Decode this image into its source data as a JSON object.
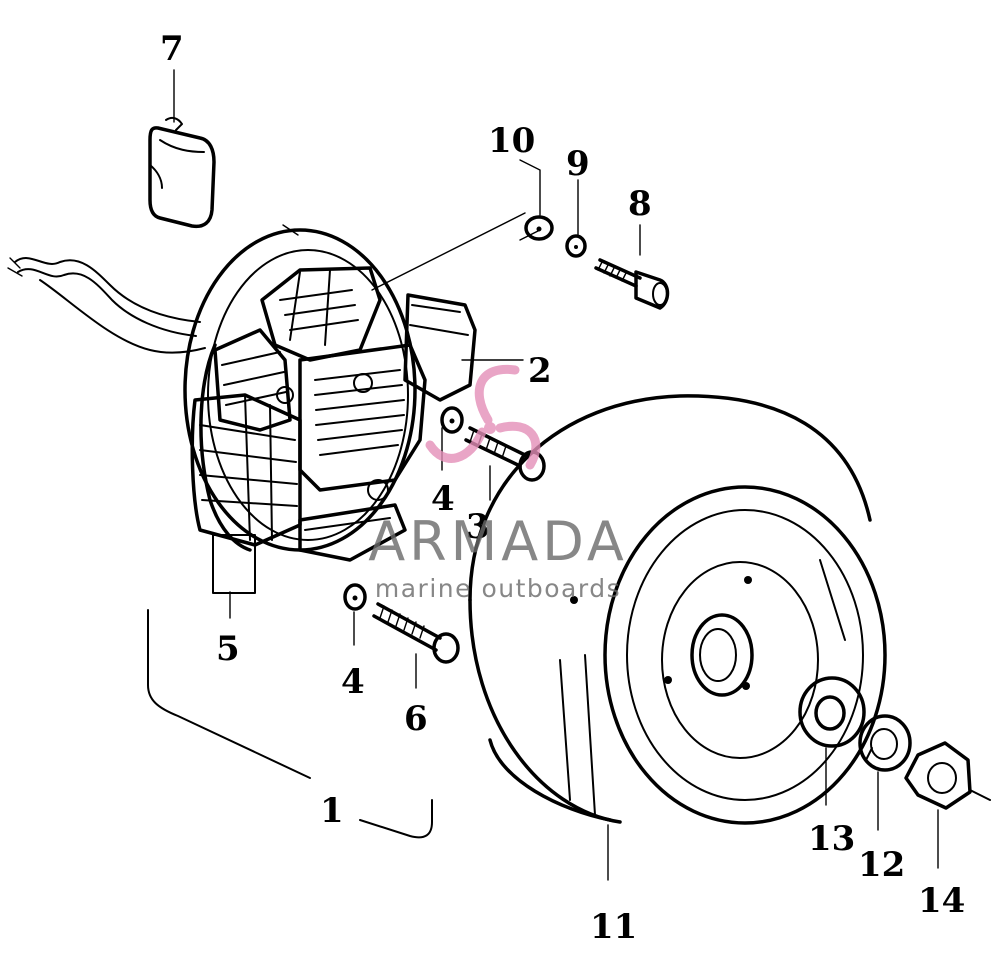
{
  "diagram": {
    "callouts": [
      {
        "id": "c1",
        "text": "1"
      },
      {
        "id": "c2",
        "text": "2"
      },
      {
        "id": "c3",
        "text": "3"
      },
      {
        "id": "c4a",
        "text": "4"
      },
      {
        "id": "c4b",
        "text": "4"
      },
      {
        "id": "c5",
        "text": "5"
      },
      {
        "id": "c6",
        "text": "6"
      },
      {
        "id": "c7",
        "text": "7"
      },
      {
        "id": "c8",
        "text": "8"
      },
      {
        "id": "c9",
        "text": "9"
      },
      {
        "id": "c10",
        "text": "10"
      },
      {
        "id": "c11",
        "text": "11"
      },
      {
        "id": "c12",
        "text": "12"
      },
      {
        "id": "c13",
        "text": "13"
      },
      {
        "id": "c14",
        "text": "14"
      }
    ]
  },
  "watermark": {
    "brand": "ARMADA",
    "tagline": "marine outboards",
    "brand_color": "#7a7a7a",
    "logo_color": "#e48fb8"
  }
}
